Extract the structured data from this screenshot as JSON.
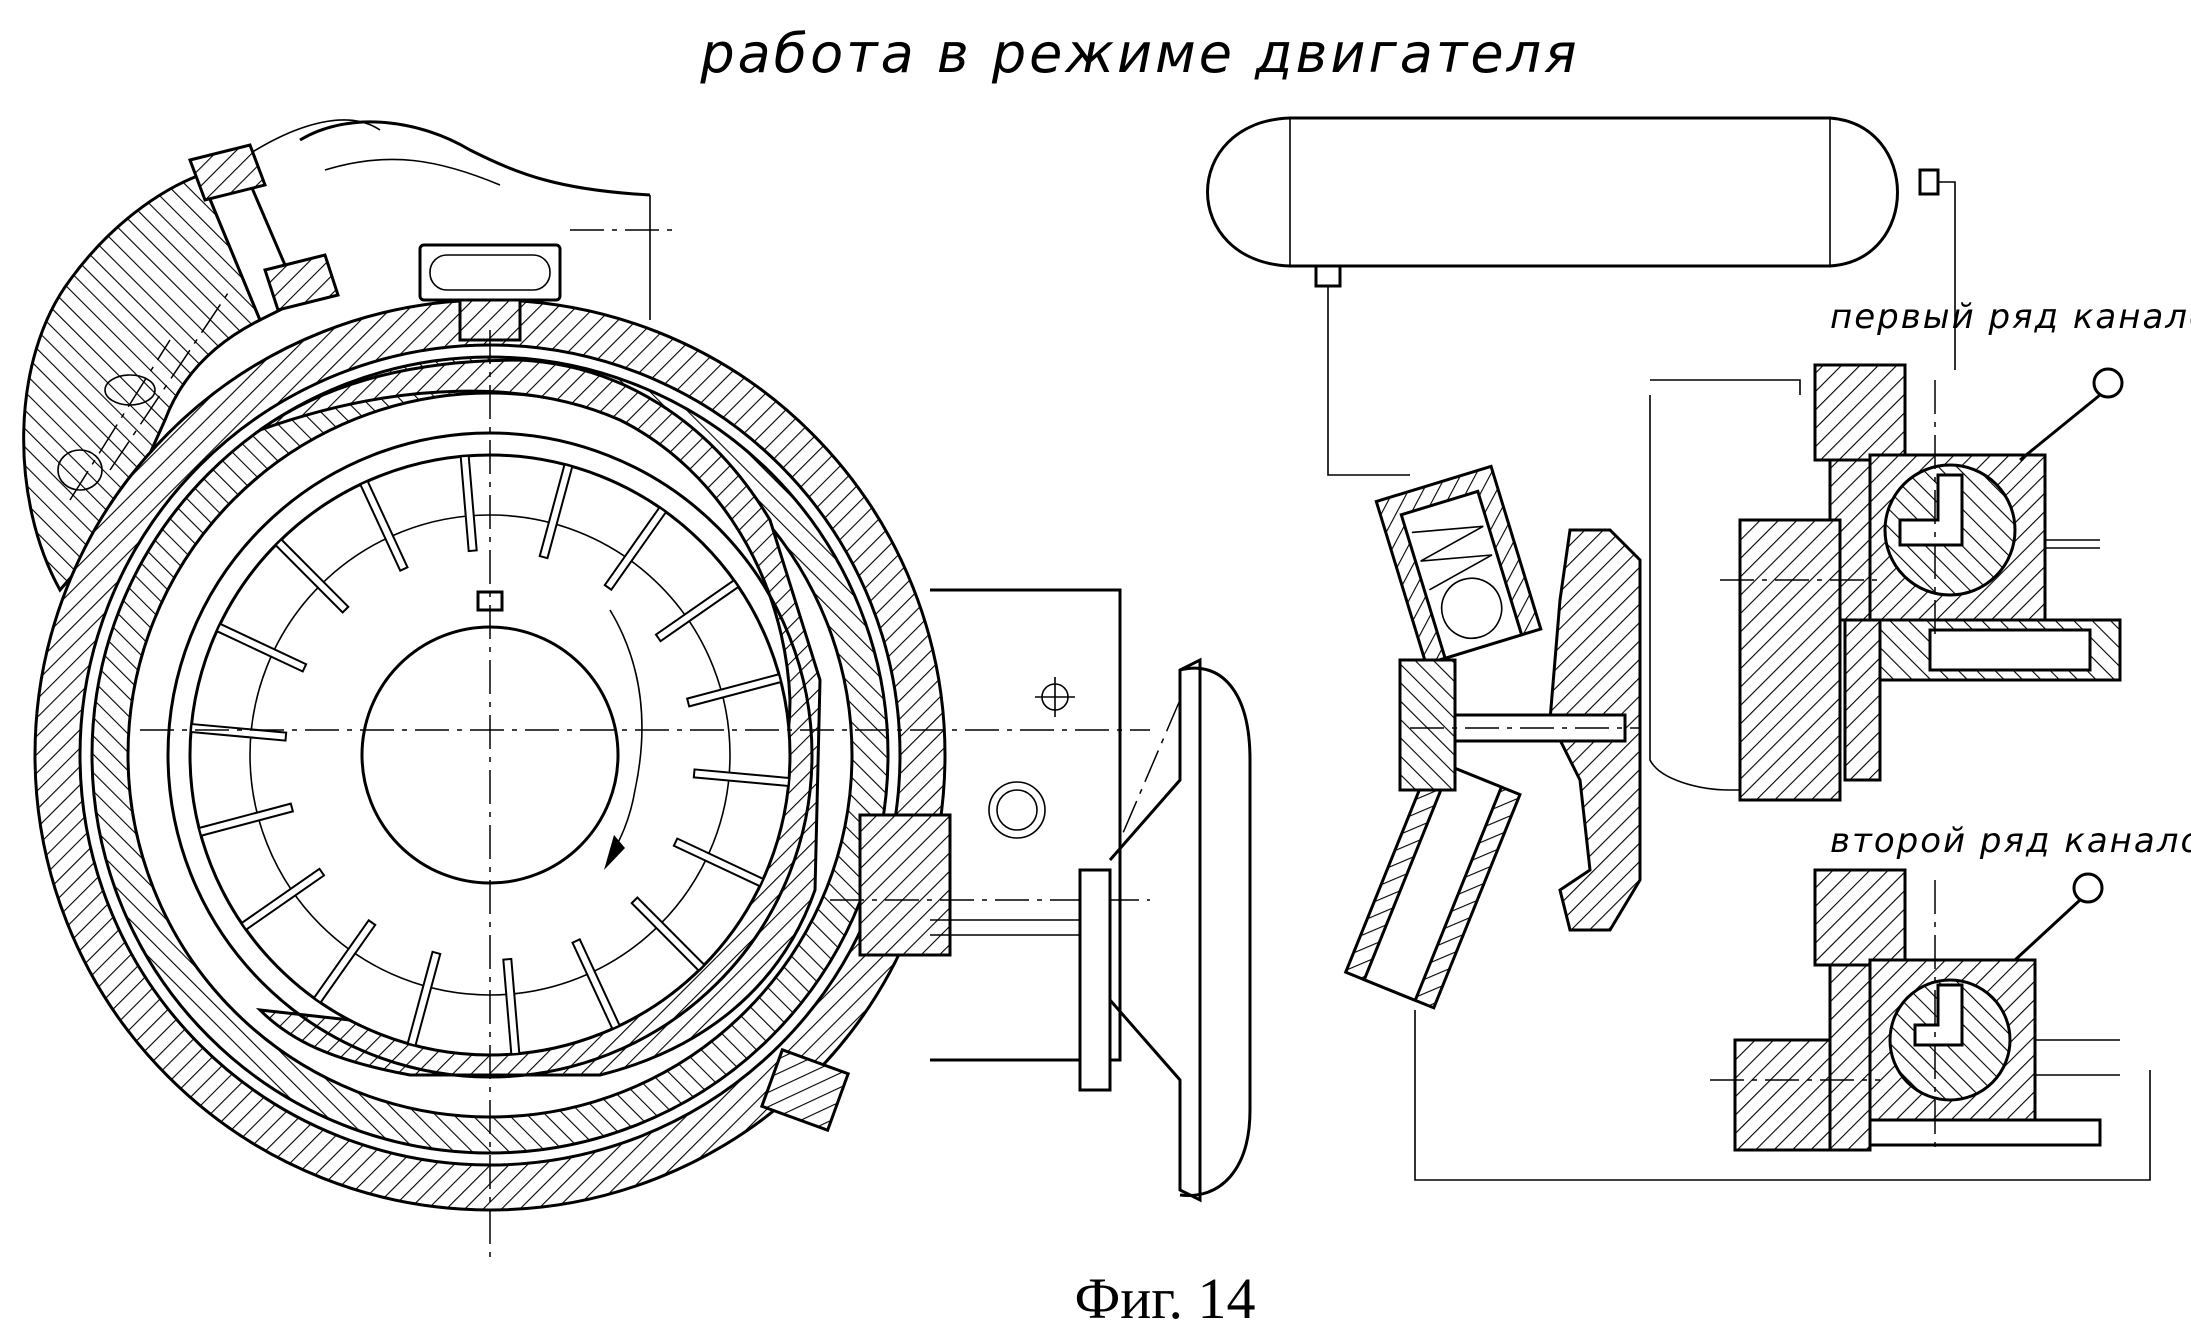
{
  "labels": {
    "title": "работа в режиме двигателя",
    "first_row": "первый ряд каналов",
    "second_row": "второй ряд каналов",
    "figure": "Фиг. 14"
  },
  "icons": {
    "rotor": "vane-rotor-icon",
    "tank": "pressure-tank-icon",
    "valve": "check-valve-icon",
    "distributor": "ball-valve-icon"
  },
  "colors": {
    "ink": "#000000",
    "paper": "#ffffff"
  }
}
